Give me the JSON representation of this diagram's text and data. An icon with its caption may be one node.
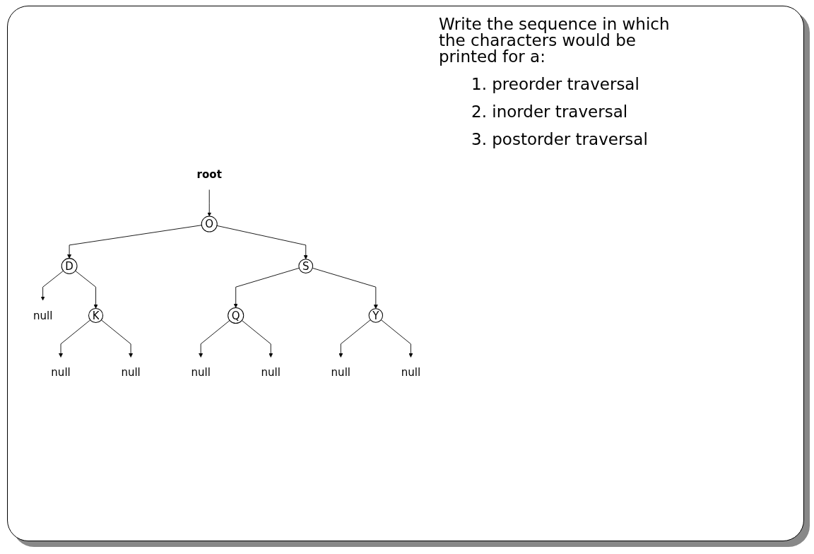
{
  "diagram": {
    "nodes": [
      {
        "text": [
          "root"
        ]
      },
      {
        "text": [
          "O"
        ]
      },
      {
        "text": [
          "D"
        ]
      },
      {
        "text": [
          "S"
        ]
      },
      {
        "text": [
          "null"
        ]
      },
      {
        "text": [
          "K"
        ]
      },
      {
        "text": [
          "Q"
        ]
      },
      {
        "text": [
          "Y"
        ]
      },
      {
        "text": [
          "null"
        ]
      },
      {
        "text": [
          "null"
        ]
      },
      {
        "text": [
          "null"
        ]
      },
      {
        "text": [
          "null"
        ]
      },
      {
        "text": [
          "null"
        ]
      },
      {
        "text": [
          "null"
        ]
      }
    ],
    "edges": [
      {
        "from": 0,
        "to": 1,
        "arrow": "to"
      },
      {
        "from": 1,
        "to": 2,
        "arrow": "to"
      },
      {
        "from": 1,
        "to": 3,
        "arrow": "to"
      },
      {
        "from": 2,
        "to": 4,
        "arrow": "to"
      },
      {
        "from": 2,
        "to": 5,
        "arrow": "to"
      },
      {
        "from": 3,
        "to": 6,
        "arrow": "to"
      },
      {
        "from": 3,
        "to": 7,
        "arrow": "to"
      },
      {
        "from": 5,
        "to": 8,
        "arrow": "to"
      },
      {
        "from": 5,
        "to": 9,
        "arrow": "to"
      },
      {
        "from": 6,
        "to": 10,
        "arrow": "to"
      },
      {
        "from": 6,
        "to": 11,
        "arrow": "to"
      },
      {
        "from": 7,
        "to": 12,
        "arrow": "to"
      },
      {
        "from": 7,
        "to": 13,
        "arrow": "to"
      }
    ],
    "labels": [
      "Write the sequence in which the characters would be printed for a:",
      "1. preorder traversal",
      "2. inorder traversal",
      "3. postorder traversal"
    ]
  }
}
